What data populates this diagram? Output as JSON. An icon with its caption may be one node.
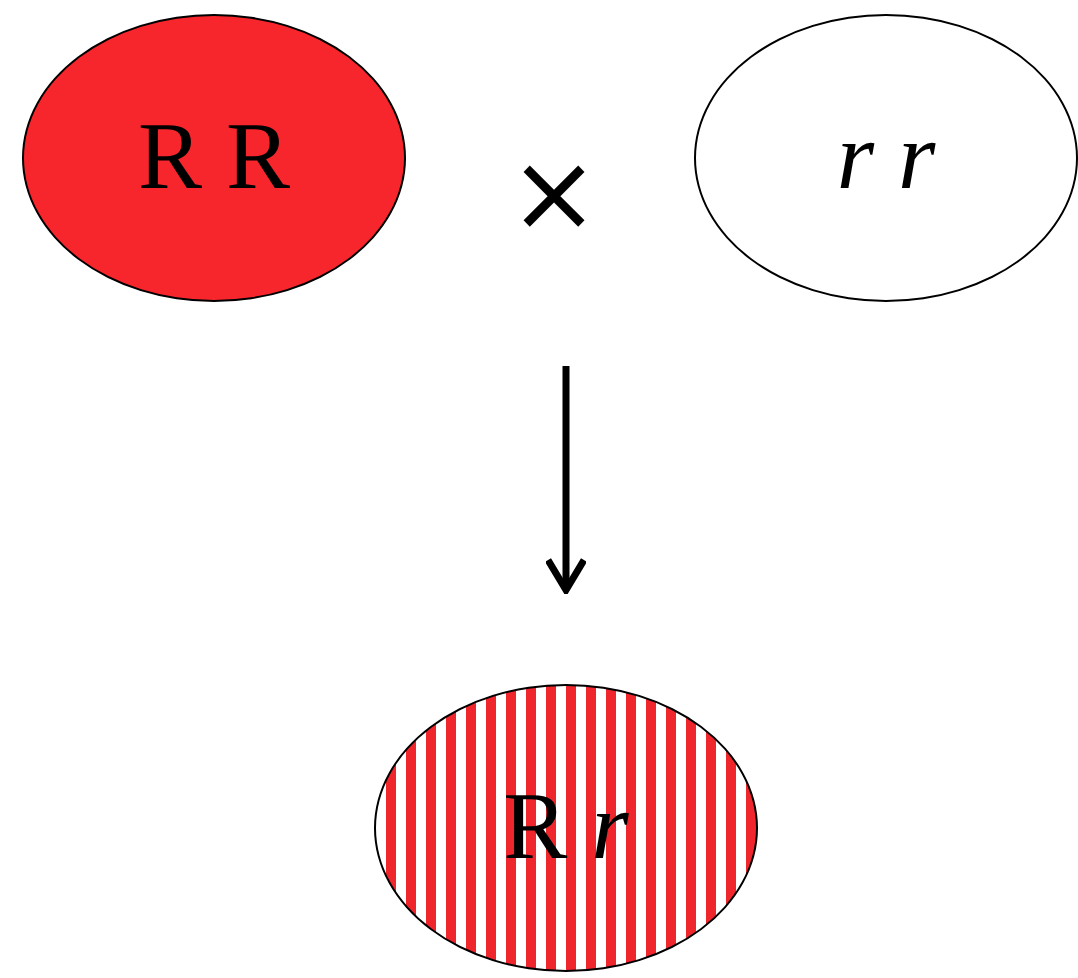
{
  "diagram": {
    "nodes": [
      {
        "text": [
          "R R"
        ]
      },
      {
        "text": [
          "r r"
        ]
      },
      {
        "text": [
          "R *r*"
        ]
      }
    ],
    "edges": [
      {
        "from": null,
        "to": 2,
        "arrow": "to"
      }
    ],
    "labels": [
      "×"
    ]
  }
}
